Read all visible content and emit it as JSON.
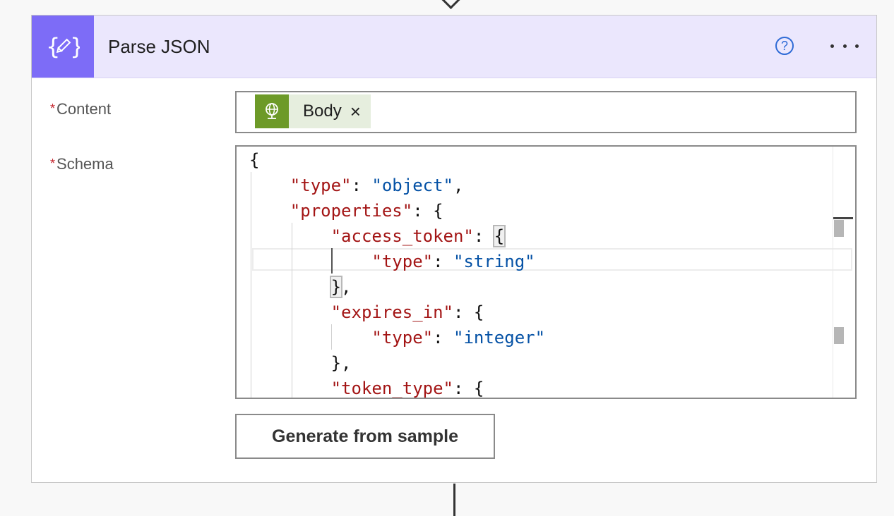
{
  "action": {
    "title": "Parse JSON",
    "icon": "braces-pencil-icon",
    "help_label": "?",
    "header_color": "#ebe7fd",
    "icon_color": "#7d6cf7"
  },
  "fields": {
    "content": {
      "required_marker": "*",
      "label": "Content",
      "token": {
        "label": "Body",
        "remove_label": "×",
        "icon": "globe-icon",
        "icon_color": "#6d9a28"
      }
    },
    "schema": {
      "required_marker": "*",
      "label": "Schema"
    }
  },
  "schema_code": {
    "lines": [
      "{",
      "    \"type\": \"object\",",
      "    \"properties\": {",
      "        \"access_token\": {",
      "            \"type\": \"string\"",
      "        },",
      "        \"expires_in\": {",
      "            \"type\": \"integer\"",
      "        },",
      "        \"token_type\": {"
    ]
  },
  "buttons": {
    "generate_label": "Generate from sample"
  }
}
